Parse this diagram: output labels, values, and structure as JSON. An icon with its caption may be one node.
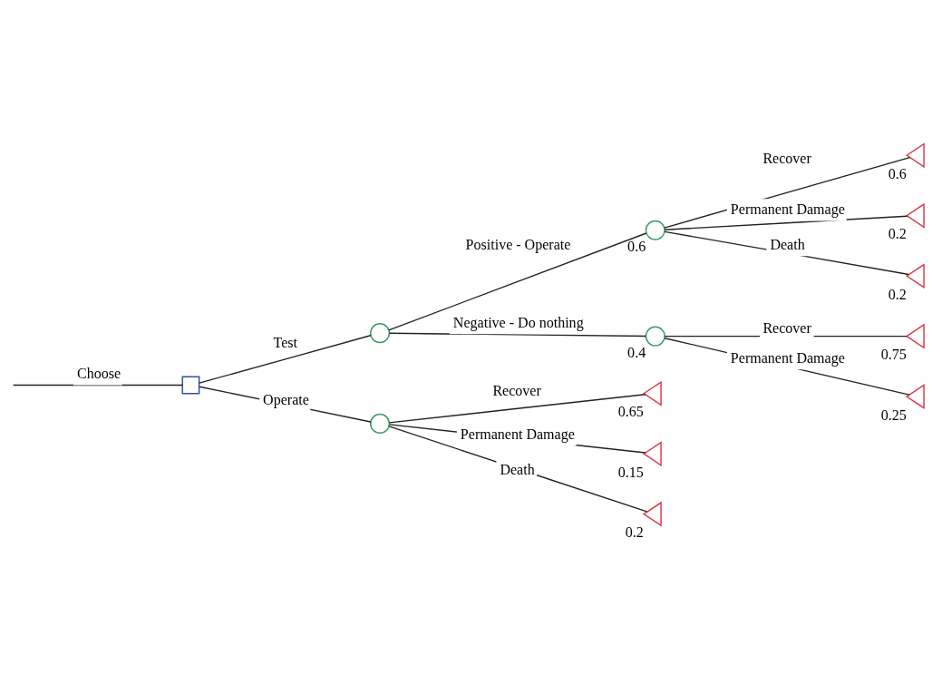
{
  "diagram": {
    "nodes": [
      {
        "text": [],
        "shape": "box"
      },
      {
        "text": [],
        "shape": "circle",
        "beside": [
          "0.6"
        ]
      },
      {
        "text": [],
        "shape": "circle"
      },
      {
        "text": [],
        "shape": "circle",
        "beside": [
          "0.4"
        ]
      },
      {
        "text": [],
        "shape": "circle"
      },
      {
        "text": [],
        "shape": "triangle",
        "beside": [
          "0.6"
        ]
      },
      {
        "text": [],
        "shape": "triangle",
        "beside": [
          "0.2"
        ]
      },
      {
        "text": [],
        "shape": "triangle",
        "beside": [
          "0.2"
        ]
      },
      {
        "text": [],
        "shape": "triangle",
        "beside": [
          "0.75"
        ]
      },
      {
        "text": [],
        "shape": "triangle",
        "beside": [
          "0.25"
        ]
      },
      {
        "text": [],
        "shape": "triangle",
        "beside": [
          "0.65"
        ]
      },
      {
        "text": [],
        "shape": "triangle",
        "beside": [
          "0.15"
        ]
      },
      {
        "text": [],
        "shape": "triangle",
        "beside": [
          "0.2"
        ]
      }
    ],
    "edges": [
      {
        "from": null,
        "to": 0,
        "arrow": "none",
        "label": "Choose"
      },
      {
        "from": 0,
        "to": 2,
        "arrow": "none",
        "label": "Test"
      },
      {
        "from": 0,
        "to": 4,
        "arrow": "none",
        "label": "Operate"
      },
      {
        "from": 2,
        "to": 1,
        "arrow": "none",
        "label": "Positive - Operate"
      },
      {
        "from": 2,
        "to": 3,
        "arrow": "none",
        "label": "Negative - Do nothing"
      },
      {
        "from": 1,
        "to": 5,
        "arrow": "none",
        "label": "Recover"
      },
      {
        "from": 1,
        "to": 6,
        "arrow": "none",
        "label": "Permanent Damage"
      },
      {
        "from": 1,
        "to": 7,
        "arrow": "none",
        "label": "Death"
      },
      {
        "from": 3,
        "to": 8,
        "arrow": "none",
        "label": "Recover"
      },
      {
        "from": 3,
        "to": 9,
        "arrow": "none",
        "label": "Permanent Damage"
      },
      {
        "from": 4,
        "to": 10,
        "arrow": "none",
        "label": "Recover"
      },
      {
        "from": 4,
        "to": 11,
        "arrow": "none",
        "label": "Permanent Damage"
      },
      {
        "from": 4,
        "to": 12,
        "arrow": "none",
        "label": "Death"
      }
    ]
  }
}
